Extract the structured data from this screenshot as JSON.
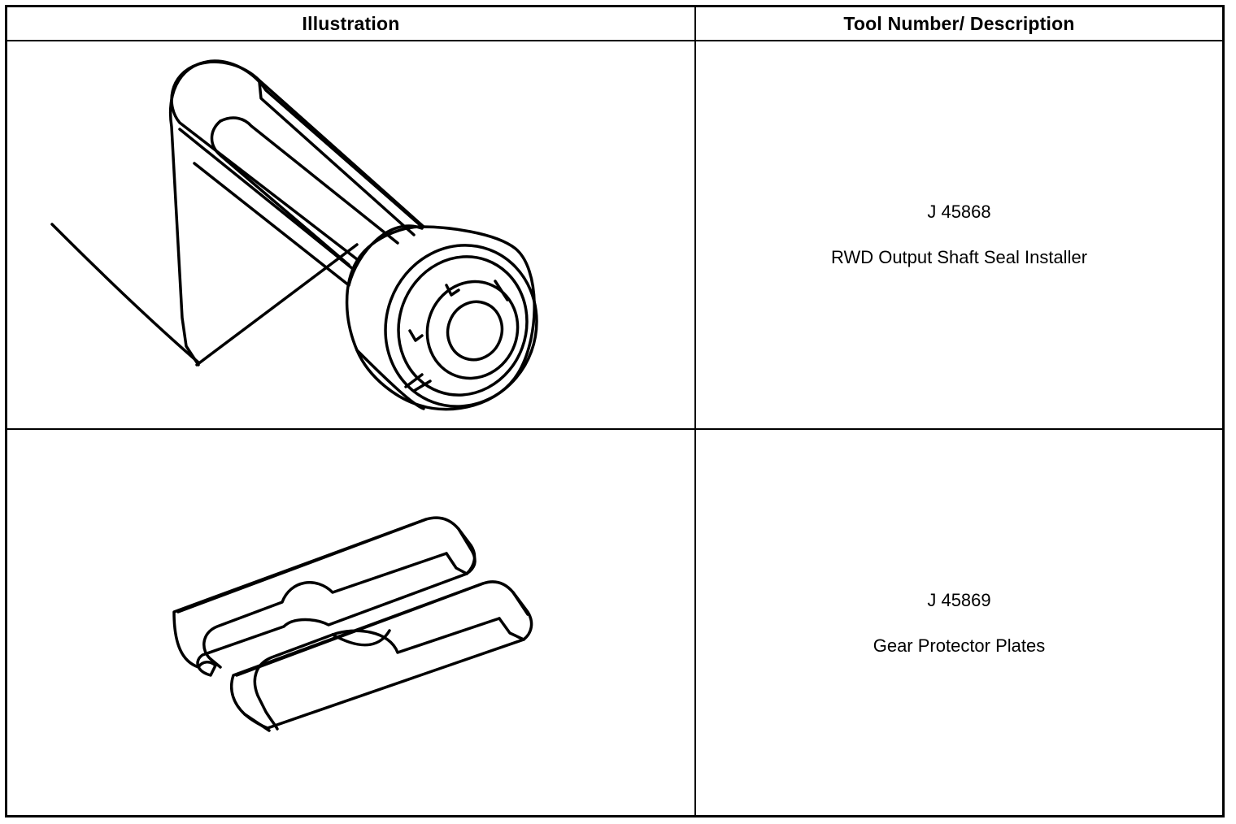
{
  "table": {
    "headers": {
      "illustration": "Illustration",
      "tool": "Tool Number/ Description"
    },
    "rows": [
      {
        "illustration_icon": "seal-installer-icon",
        "tool_number": "J 45868",
        "description": "RWD Output Shaft Seal Installer"
      },
      {
        "illustration_icon": "gear-protector-plates-icon",
        "tool_number": "J 45869",
        "description": "Gear Protector Plates"
      }
    ]
  }
}
